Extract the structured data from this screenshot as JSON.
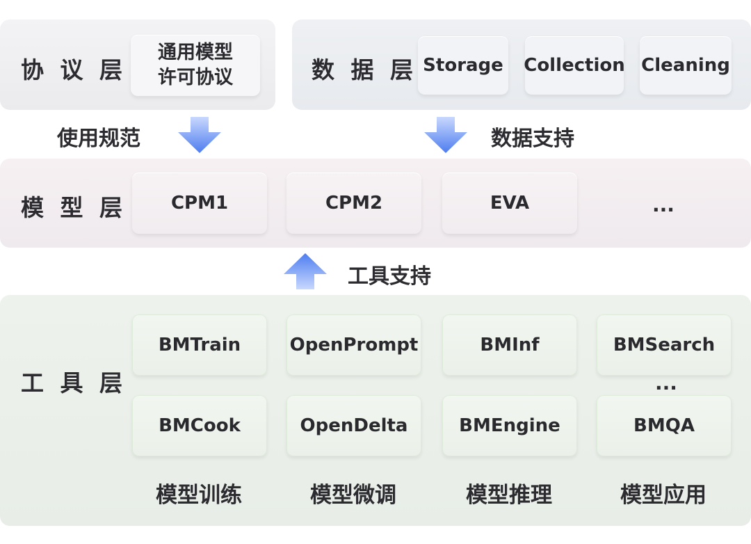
{
  "protocol_layer": {
    "title": "协 议 层",
    "chip_line1": "通用模型",
    "chip_line2": "许可协议"
  },
  "data_layer": {
    "title": "数 据 层",
    "items": [
      "Storage",
      "Collection",
      "Cleaning"
    ]
  },
  "connectors": {
    "usage_norms": "使用规范",
    "data_support": "数据支持",
    "tool_support": "工具支持"
  },
  "model_layer": {
    "title": "模 型 层",
    "items": [
      "CPM1",
      "CPM2",
      "EVA"
    ],
    "more": "..."
  },
  "tool_layer": {
    "title": "工 具 层",
    "row1": [
      "BMTrain",
      "OpenPrompt",
      "BMInf",
      "BMSearch"
    ],
    "row2": [
      "BMCook",
      "OpenDelta",
      "BMEngine",
      "BMQA"
    ],
    "more": "...",
    "categories": [
      "模型训练",
      "模型微调",
      "模型推理",
      "模型应用"
    ]
  },
  "colors": {
    "arrow": "#4d7df0",
    "arrow_light": "#a9c1fb",
    "text": "#2b2b30"
  }
}
